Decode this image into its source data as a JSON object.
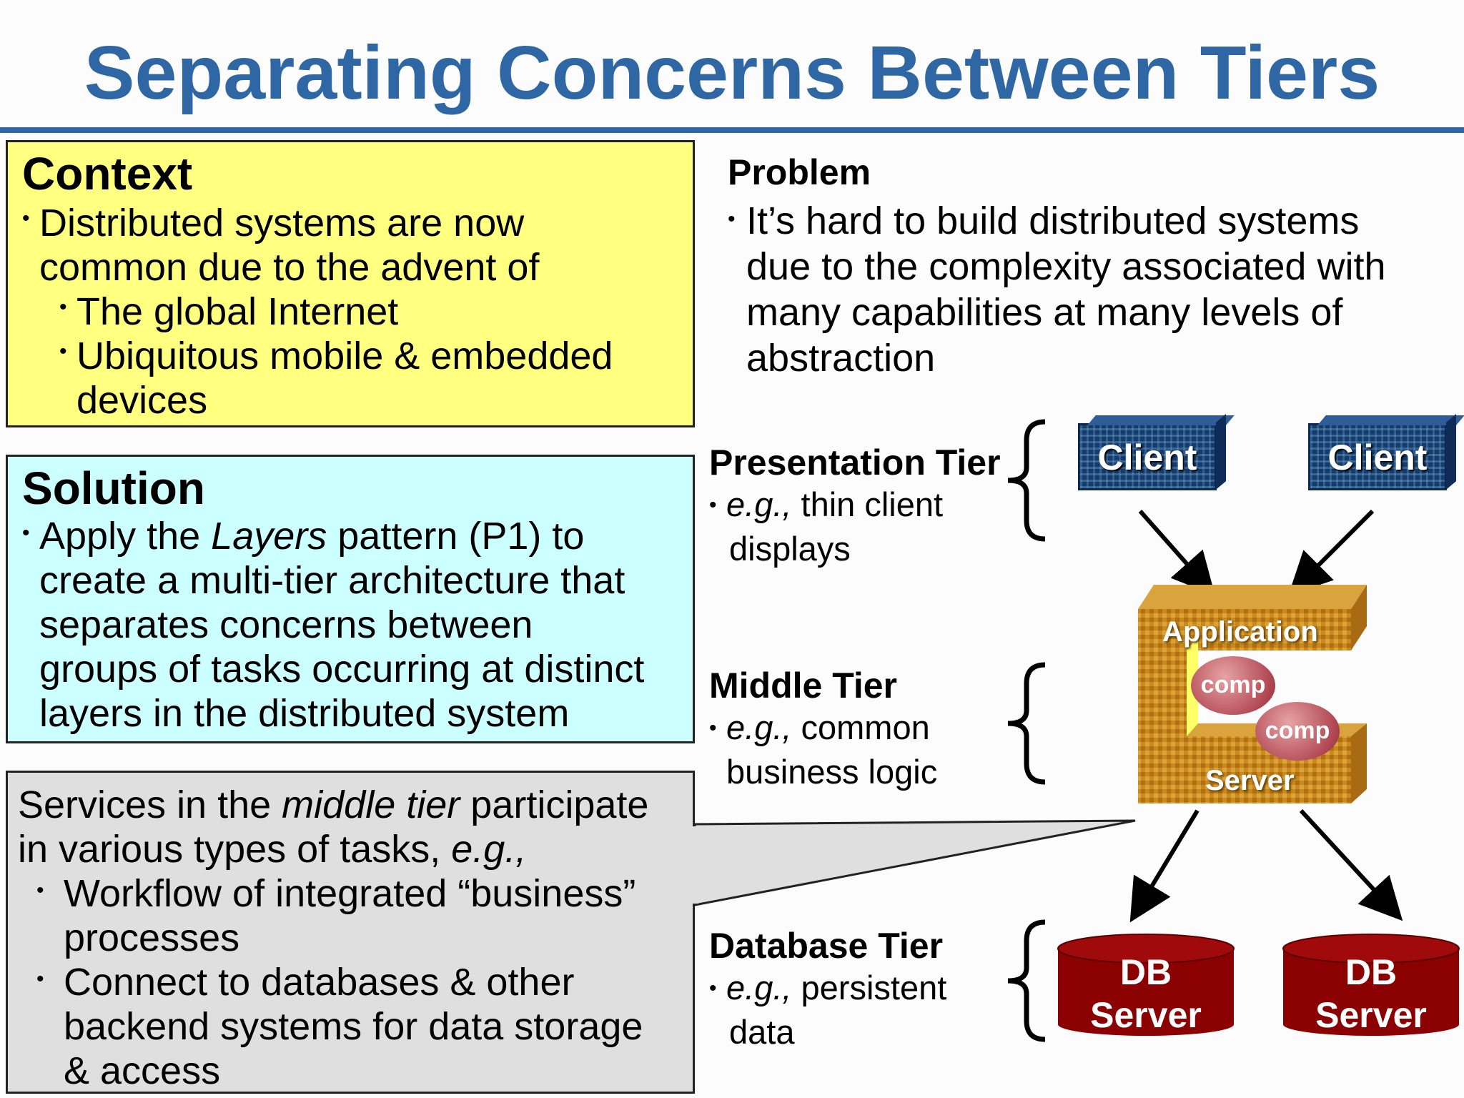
{
  "slide": {
    "title": "Separating Concerns Between Tiers"
  },
  "context": {
    "heading": "Context",
    "bullets": [
      "Distributed systems are now",
      "common due to the advent of"
    ],
    "sub_bullets": [
      "The global Internet",
      "Ubiquitous mobile & embedded",
      "devices"
    ]
  },
  "problem": {
    "heading": "Problem",
    "lines": [
      "It’s hard to build distributed systems",
      "due to the complexity associated with",
      "many capabilities at many levels of",
      "abstraction"
    ]
  },
  "solution": {
    "heading": "Solution",
    "line1_pre": "Apply the ",
    "line1_italic": "Layers",
    "line1_post": " pattern (P1) to",
    "lines": [
      "create a multi-tier architecture that",
      "separates concerns between",
      "groups of tasks occurring at distinct",
      "layers in the distributed system"
    ]
  },
  "services": {
    "line1_pre": "Services in the ",
    "line1_italic": "middle tier",
    "line1_post": " participate",
    "line2_pre": "in various types of tasks, ",
    "line2_italic": "e.g.,",
    "bullets": [
      "Workflow of integrated “business”",
      "processes",
      "Connect to databases & other",
      "backend systems for data storage",
      "& access"
    ]
  },
  "tiers": {
    "presentation": {
      "name": "Presentation Tier",
      "eg": "e.g.,",
      "desc1": " thin client",
      "desc2": "displays"
    },
    "middle": {
      "name": "Middle Tier",
      "eg": "e.g.,",
      "desc1": " common",
      "desc2": "business logic"
    },
    "database": {
      "name": "Database Tier",
      "eg": "e.g.,",
      "desc1": " persistent",
      "desc2": "data"
    }
  },
  "diagram": {
    "client_label": "Client",
    "app_label": "Application",
    "server_label": "Server",
    "comp_label": "comp",
    "db_line1": "DB",
    "db_line2": "Server",
    "colors": {
      "title_blue": "#2e67a4",
      "context_bg": "#ffff80",
      "solution_bg": "#ccffff",
      "services_bg": "#dfdfdf",
      "client_blue": "#153a6e",
      "app_gold": "#c9891c",
      "db_red": "#8b0000",
      "comp_pink": "#b34a56"
    }
  }
}
